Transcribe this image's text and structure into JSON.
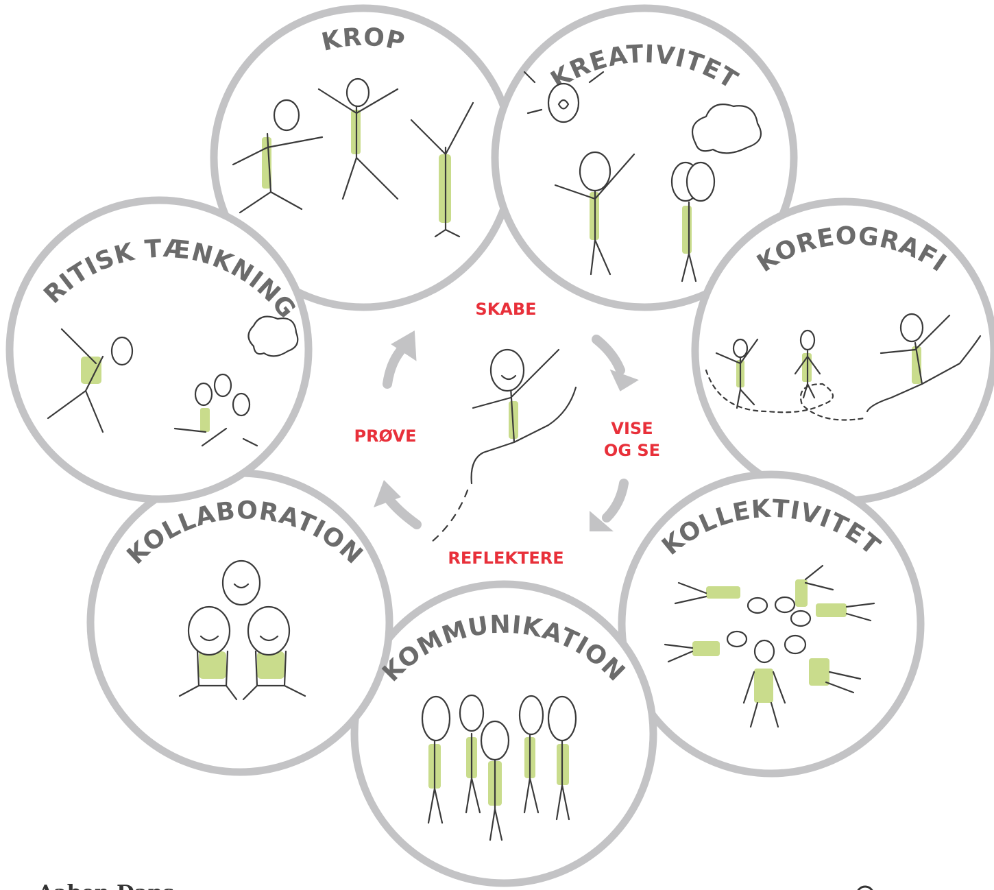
{
  "colors": {
    "circle_stroke": "#c3c3c5",
    "title_text": "#6b6b6b",
    "cycle_text": "#e8303a",
    "arrow": "#c3c3c5",
    "figure_accent": "#c9dc8c"
  },
  "circles": [
    {
      "id": "krop",
      "title": "KROP"
    },
    {
      "id": "kreativitet",
      "title": "KREATIVITET"
    },
    {
      "id": "koreografi",
      "title": "KOREOGRAFI"
    },
    {
      "id": "kollektivitet",
      "title": "KOLLEKTIVITET"
    },
    {
      "id": "kommunikation",
      "title": "KOMMUNIKATION"
    },
    {
      "id": "kollaboration",
      "title": "KOLLABORATION"
    },
    {
      "id": "kritisk",
      "title": "KRITISK TÆNKNING"
    }
  ],
  "cycle": {
    "skabe": "SKABE",
    "vise_line1": "VISE",
    "vise_line2": "OG SE",
    "reflektere": "REFLEKTERE",
    "prove": "PRØVE"
  },
  "footer": {
    "brand": "Aaben Dans"
  },
  "icons": [
    "stick-figure-icon",
    "cycle-arrow-icon",
    "thought-cloud-icon"
  ]
}
